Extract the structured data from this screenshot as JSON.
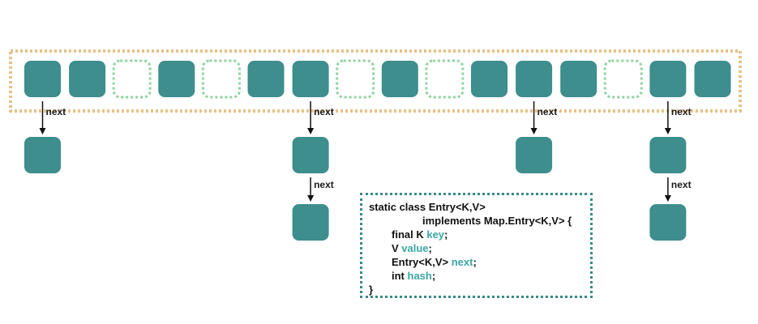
{
  "diagram": {
    "colors": {
      "filled_bucket": "#3d8e8c",
      "empty_bucket_border": "#8fd3a0",
      "table_border": "#e7c28a",
      "arrow": "#111111",
      "code_box_border": "#3a8a86",
      "field_name": "#3aa7a3"
    },
    "table": {
      "buckets": [
        {
          "filled": true
        },
        {
          "filled": true
        },
        {
          "filled": false
        },
        {
          "filled": true
        },
        {
          "filled": false
        },
        {
          "filled": true
        },
        {
          "filled": true
        },
        {
          "filled": false
        },
        {
          "filled": true
        },
        {
          "filled": false
        },
        {
          "filled": true
        },
        {
          "filled": true
        },
        {
          "filled": true
        },
        {
          "filled": false
        },
        {
          "filled": true
        },
        {
          "filled": true
        }
      ]
    },
    "chains": [
      {
        "bucket": 0,
        "length": 1
      },
      {
        "bucket": 6,
        "length": 2
      },
      {
        "bucket": 11,
        "length": 1
      },
      {
        "bucket": 14,
        "length": 2
      }
    ],
    "next_label": "next",
    "code": {
      "line1": "static class Entry<K,V>",
      "line2": "implements Map.Entry<K,V> {",
      "line3_prefix": "final K ",
      "line3_field": "key",
      "line3_suffix": ";",
      "line4_prefix": "V ",
      "line4_field": "value",
      "line4_suffix": ";",
      "line5_prefix": "Entry<K,V> ",
      "line5_field": "next",
      "line5_suffix": ";",
      "line6_prefix": "int ",
      "line6_field": "hash",
      "line6_suffix": ";",
      "line7": "}"
    }
  }
}
